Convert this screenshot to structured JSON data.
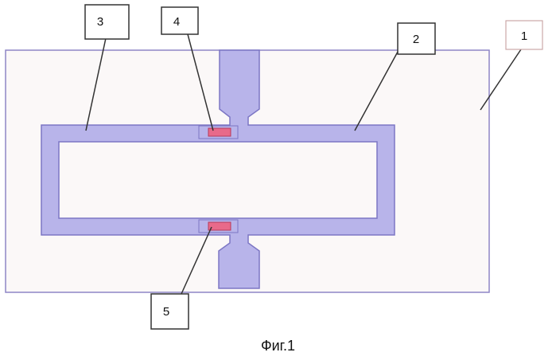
{
  "figure": {
    "caption": "Фиг.1",
    "labels": [
      {
        "id": "1",
        "text": "1"
      },
      {
        "id": "2",
        "text": "2"
      },
      {
        "id": "3",
        "text": "3"
      },
      {
        "id": "4",
        "text": "4"
      },
      {
        "id": "5",
        "text": "5"
      }
    ]
  },
  "colors": {
    "substrate_fill": "#fbf8f8",
    "substrate_stroke": "#8e86c6",
    "loop_fill": "#b8b4ea",
    "loop_stroke": "#7c76c4",
    "junction_fill": "#e86a8a",
    "junction_stroke": "#b53a5c",
    "label_stroke": "#333333",
    "box1_stroke": "#cba8a8"
  }
}
